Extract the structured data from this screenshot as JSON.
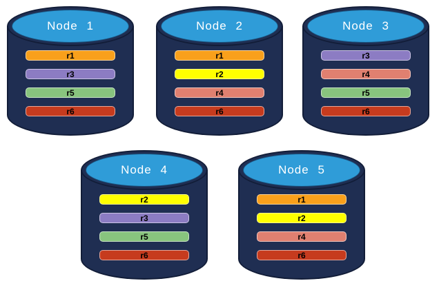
{
  "diagram": {
    "description_visible_text_only": "",
    "colors": {
      "background": "#ffffff",
      "cylinder_body": "#1F2E52",
      "cylinder_top": "#2F9CD8",
      "title_text": "#ffffff",
      "bar_text": "#000000"
    },
    "replica_colors": {
      "r1": "#F9A01B",
      "r2": "#FFFF00",
      "r3": "#8C7CC3",
      "r4": "#E08070",
      "r5": "#88C47E",
      "r6": "#C63B1E"
    },
    "nodes": [
      {
        "label": "Node 1",
        "replicas": [
          "r1",
          "r3",
          "r5",
          "r6"
        ]
      },
      {
        "label": "Node 2",
        "replicas": [
          "r1",
          "r2",
          "r4",
          "r6"
        ]
      },
      {
        "label": "Node 3",
        "replicas": [
          "r3",
          "r4",
          "r5",
          "r6"
        ]
      },
      {
        "label": "Node 4",
        "replicas": [
          "r2",
          "r3",
          "r5",
          "r6"
        ]
      },
      {
        "label": "Node 5",
        "replicas": [
          "r1",
          "r2",
          "r4",
          "r6"
        ]
      }
    ]
  }
}
